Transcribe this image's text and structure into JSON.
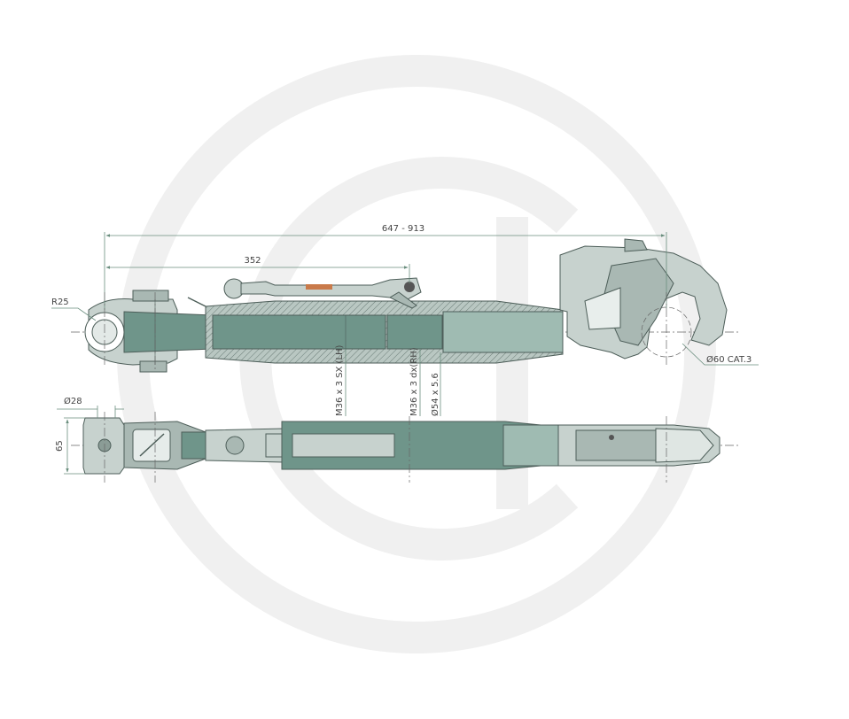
{
  "dimensions": {
    "overall_length": "647 - 913",
    "handle_length": "352",
    "eye_radius": "R25",
    "hook_diameter": "Ø60 CAT.3",
    "thread_left": "M36 x 3 SX (LH)",
    "thread_right": "M36 x 3 dx(RH)",
    "tube": "Ø54 x 5.6",
    "pin_diameter": "Ø28",
    "width": "65"
  },
  "colors": {
    "watermark": "#f0f0f0",
    "tube": "#6f958a",
    "steel": "#c7d2ce",
    "dimension_line": "#6a8e7e"
  }
}
